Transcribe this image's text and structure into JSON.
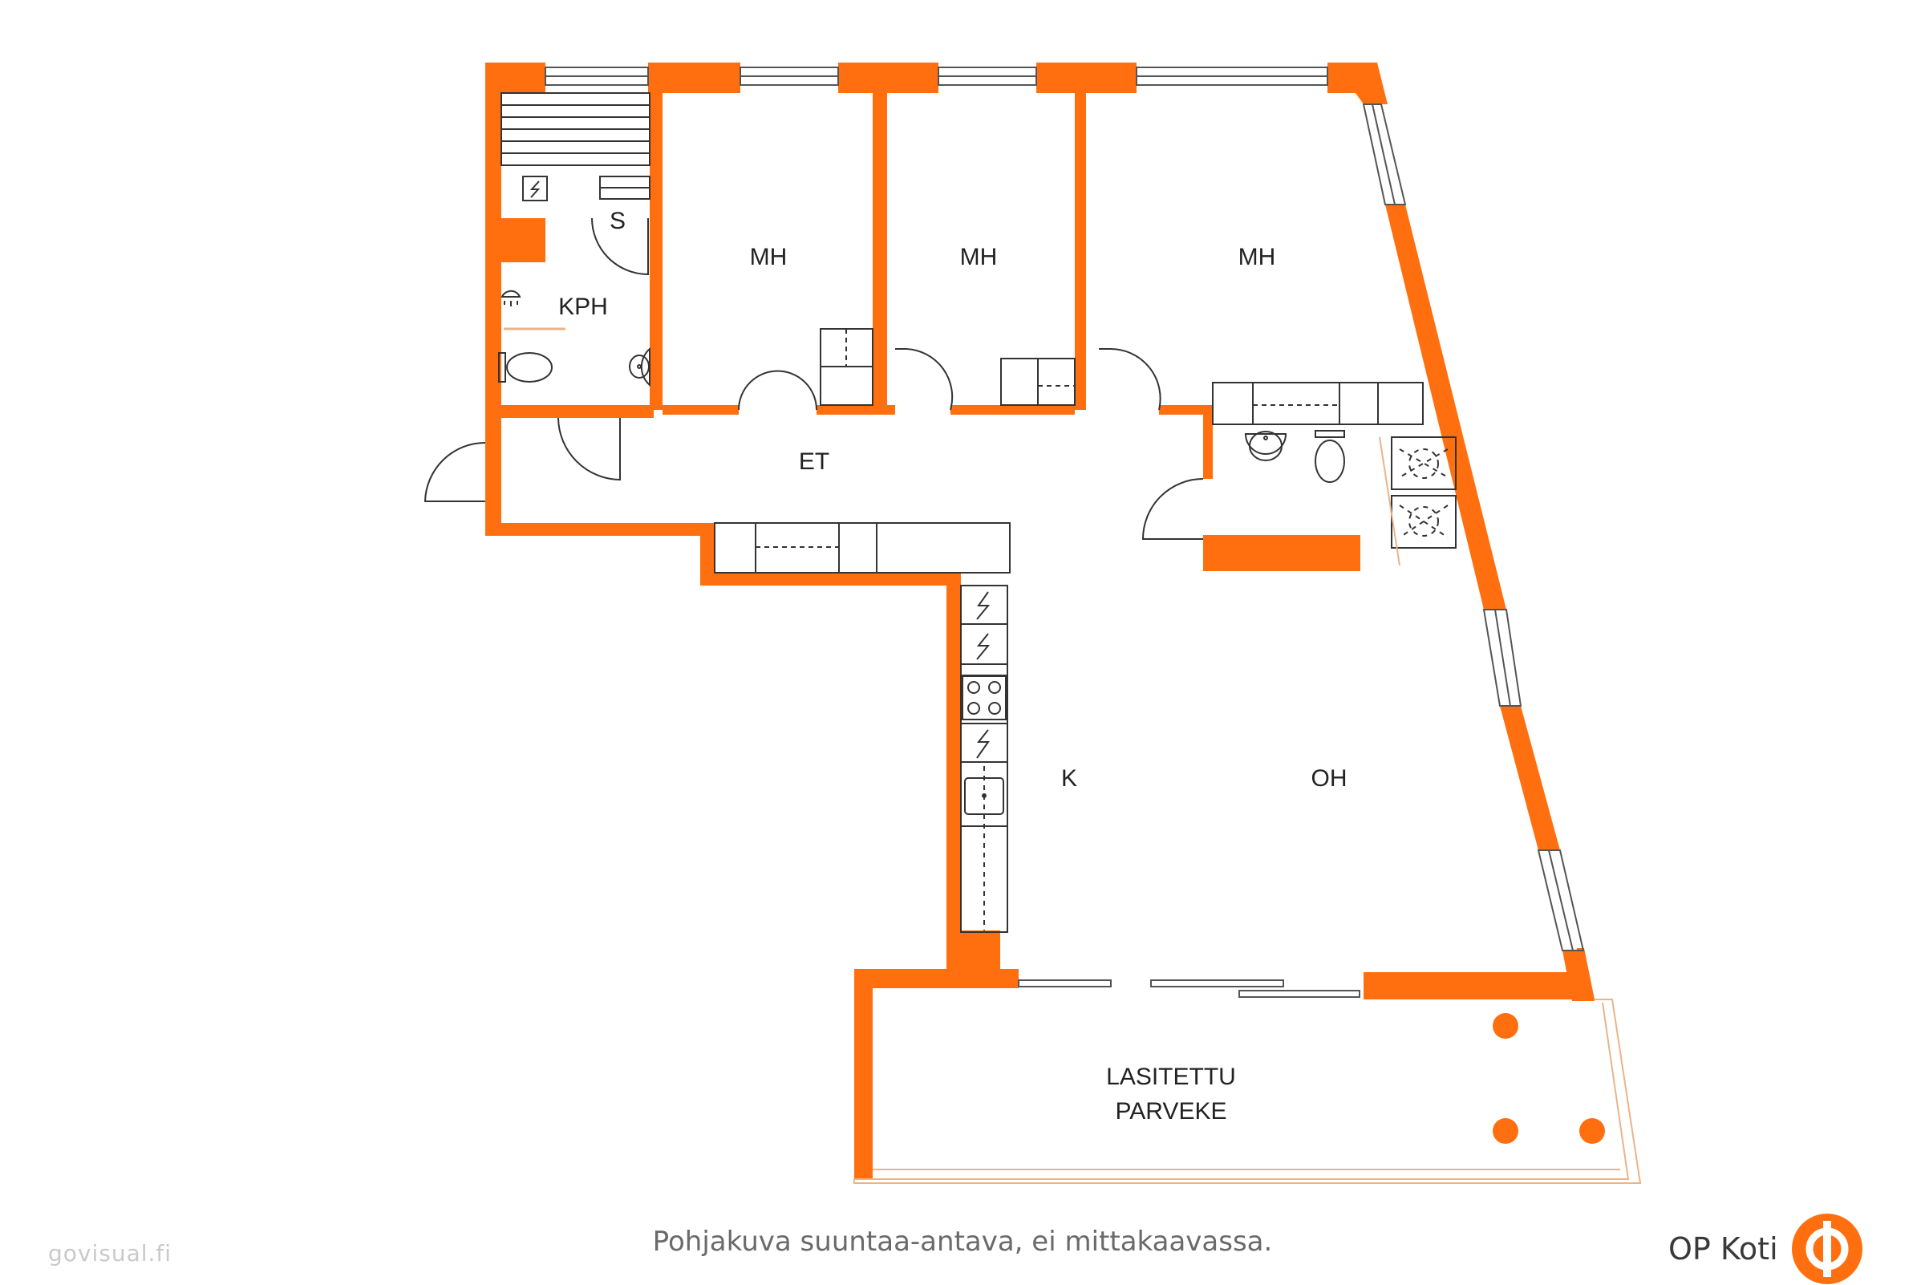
{
  "plan": {
    "wall_color": "#FF6F0F",
    "balcony_glass_color": "#E8B48A",
    "rooms": {
      "sauna": "S",
      "bathroom": "KPH",
      "bedroom1": "MH",
      "bedroom2": "MH",
      "bedroom3": "MH",
      "hall": "ET",
      "kitchen": "K",
      "living": "OH",
      "balcony_line1": "LASITETTU",
      "balcony_line2": "PARVEKE"
    }
  },
  "footer": {
    "note": "Pohjakuva suuntaa-antava, ei mittakaavassa.",
    "watermark": "govisual.fi",
    "brand": "OP Koti",
    "brand_color": "#FF6F0F"
  }
}
